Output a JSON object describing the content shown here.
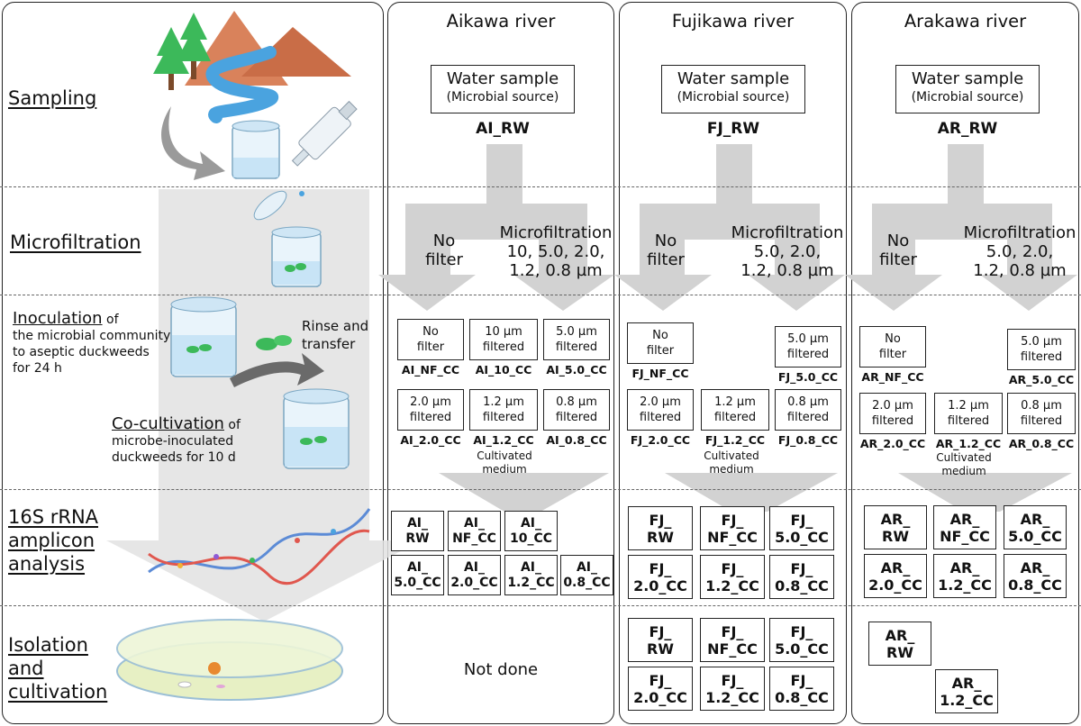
{
  "stages": [
    "Sampling",
    "Microfiltration",
    "Inoculation",
    "16S rRNA",
    "amplicon",
    "analysis",
    "Isolation",
    "and",
    "cultivation"
  ],
  "left_text": {
    "inoculation_rest": "of",
    "inoculation_l2": "the microbial community",
    "inoculation_l3": "to aseptic duckweeds",
    "inoculation_l4": "for 24 h",
    "cocult_title": "Co-cultivation",
    "cocult_rest": "of",
    "cocult_l2": "microbe-inoculated",
    "cocult_l3": "duckweeds for 10 d",
    "rinse_l1": "Rinse and",
    "rinse_l2": "transfer"
  },
  "rivers": [
    {
      "title": "Aikawa river",
      "ws1": "Water sample",
      "ws2": "(Microbial source)",
      "code": "AI_RW",
      "nofilter": [
        "No",
        "filter"
      ],
      "micro": [
        "Microfiltration",
        "10, 5.0, 2.0,",
        "1.2, 0.8 µm"
      ],
      "samples": [
        {
          "t1": "No",
          "t2": "filter",
          "code": "AI_NF_CC"
        },
        {
          "t1": "10 µm",
          "t2": "filtered",
          "code": "AI_10_CC"
        },
        {
          "t1": "5.0 µm",
          "t2": "filtered",
          "code": "AI_5.0_CC"
        },
        {
          "t1": "2.0 µm",
          "t2": "filtered",
          "code": "AI_2.0_CC"
        },
        {
          "t1": "1.2 µm",
          "t2": "filtered",
          "code": "AI_1.2_CC"
        },
        {
          "t1": "0.8 µm",
          "t2": "filtered",
          "code": "AI_0.8_CC"
        }
      ],
      "cult1": "Cultivated",
      "cult2": "medium",
      "rrna": [
        "AI_\nRW",
        "AI_\nNF_CC",
        "AI_\n10_CC",
        "AI_\n5.0_CC",
        "AI_\n2.0_CC",
        "AI_\n1.2_CC",
        "AI_\n0.8_CC"
      ],
      "isolation": [],
      "isolation_text": "Not done"
    },
    {
      "title": "Fujikawa river",
      "ws1": "Water sample",
      "ws2": "(Microbial source)",
      "code": "FJ_RW",
      "nofilter": [
        "No",
        "filter"
      ],
      "micro": [
        "Microfiltration",
        "5.0, 2.0,",
        "1.2, 0.8 µm"
      ],
      "samples": [
        {
          "t1": "No",
          "t2": "filter",
          "code": "FJ_NF_CC"
        },
        {
          "t1": "5.0 µm",
          "t2": "filtered",
          "code": "FJ_5.0_CC"
        },
        {
          "t1": "2.0 µm",
          "t2": "filtered",
          "code": "FJ_2.0_CC"
        },
        {
          "t1": "1.2 µm",
          "t2": "filtered",
          "code": "FJ_1.2_CC"
        },
        {
          "t1": "0.8 µm",
          "t2": "filtered",
          "code": "FJ_0.8_CC"
        }
      ],
      "cult1": "Cultivated",
      "cult2": "medium",
      "rrna": [
        "FJ_\nRW",
        "FJ_\nNF_CC",
        "FJ_\n5.0_CC",
        "FJ_\n2.0_CC",
        "FJ_\n1.2_CC",
        "FJ_\n0.8_CC"
      ],
      "isolation": [
        "FJ_\nRW",
        "FJ_\nNF_CC",
        "FJ_\n5.0_CC",
        "FJ_\n2.0_CC",
        "FJ_\n1.2_CC",
        "FJ_\n0.8_CC"
      ]
    },
    {
      "title": "Arakawa river",
      "ws1": "Water sample",
      "ws2": "(Microbial source)",
      "code": "AR_RW",
      "nofilter": [
        "No",
        "filter"
      ],
      "micro": [
        "Microfiltration",
        "5.0, 2.0,",
        "1.2, 0.8 µm"
      ],
      "samples": [
        {
          "t1": "No",
          "t2": "filter",
          "code": "AR_NF_CC"
        },
        {
          "t1": "5.0 µm",
          "t2": "filtered",
          "code": "AR_5.0_CC"
        },
        {
          "t1": "2.0 µm",
          "t2": "filtered",
          "code": "AR_2.0_CC"
        },
        {
          "t1": "1.2 µm",
          "t2": "filtered",
          "code": "AR_1.2_CC"
        },
        {
          "t1": "0.8 µm",
          "t2": "filtered",
          "code": "AR_0.8_CC"
        }
      ],
      "cult1": "Cultivated",
      "cult2": "medium",
      "rrna": [
        "AR_\nRW",
        "AR_\nNF_CC",
        "AR_\n5.0_CC",
        "AR_\n2.0_CC",
        "AR_\n1.2_CC",
        "AR_\n0.8_CC"
      ],
      "isolation": [
        "AR_\nRW",
        "AR_\n1.2_CC"
      ]
    }
  ],
  "colors": {
    "arrow": "#d2d2d2",
    "arrow_left": "#c8c8c8",
    "mountain": "#d9825b",
    "tree": "#3cb95a",
    "river": "#4aa3df"
  }
}
